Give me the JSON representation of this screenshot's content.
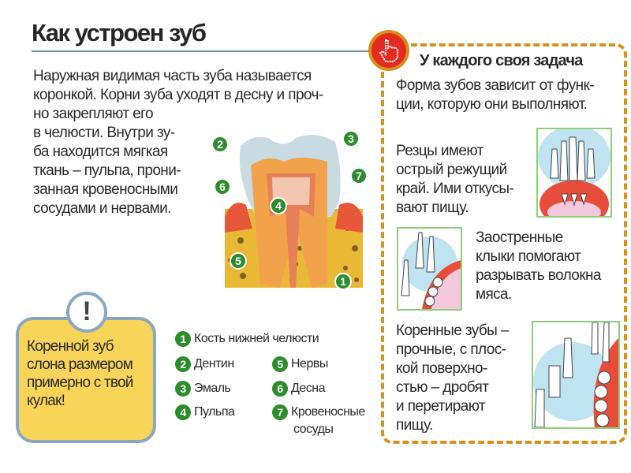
{
  "title": "Как устроен зуб",
  "intro": [
    "Наружная видимая часть зуба называется",
    "коронкой. Корни зуба уходят в десну и проч-",
    "но закрепляют его",
    "в челюсти. Внутри зу-",
    "ба находится мягкая",
    "ткань – пульпа, прони-",
    "занная кровеносными",
    "сосудами и нервами."
  ],
  "fact": {
    "icon": "exclamation-icon",
    "mark": "!",
    "lines": [
      "Коренной зуб",
      "слона размером",
      "примерно с твой",
      "кулак!"
    ]
  },
  "callouts": [
    "1",
    "2",
    "3",
    "4",
    "5",
    "6",
    "7"
  ],
  "legend": [
    {
      "n": "1",
      "label": "Кость нижней челюсти"
    },
    {
      "n": "2",
      "label": "Дентин"
    },
    {
      "n": "3",
      "label": "Эмаль"
    },
    {
      "n": "4",
      "label": "Пульпа"
    },
    {
      "n": "5",
      "label": "Нервы"
    },
    {
      "n": "6",
      "label": "Десна"
    },
    {
      "n": "7",
      "label": "Кровеносные",
      "label2": "сосуды"
    }
  ],
  "sidebar": {
    "icon": "pointing-hand-icon",
    "heading": "У каждого своя задача",
    "intro": [
      "Форма зубов зависит от функ-",
      "ции, которую они выполняют."
    ],
    "incisors": [
      "Резцы имеют",
      "острый режущий",
      "край. Ими откусы-",
      "вают пищу."
    ],
    "canines": [
      "Заостренные",
      "клыки помогают",
      "разрывать волокна",
      "мяса."
    ],
    "molars": [
      "Коренные зубы –",
      "прочные, с плос-",
      "кой поверхно-",
      "стью – дробят",
      "и перетирают",
      "пищу."
    ]
  },
  "colors": {
    "accent": "#d9901a",
    "green": "#2e8b2e",
    "red": "#e52a20",
    "yellow": "#f8d458",
    "rule": "#6d8fae"
  }
}
